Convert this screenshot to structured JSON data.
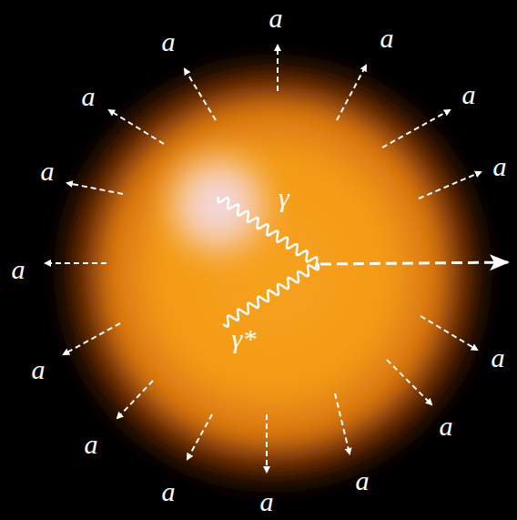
{
  "diagram": {
    "labels": [
      "a",
      "a",
      "a",
      "a",
      "a",
      "a",
      "a",
      "a",
      "a",
      "a",
      "a",
      "a",
      "a",
      "a",
      "a",
      "γ",
      "γ*"
    ]
  }
}
